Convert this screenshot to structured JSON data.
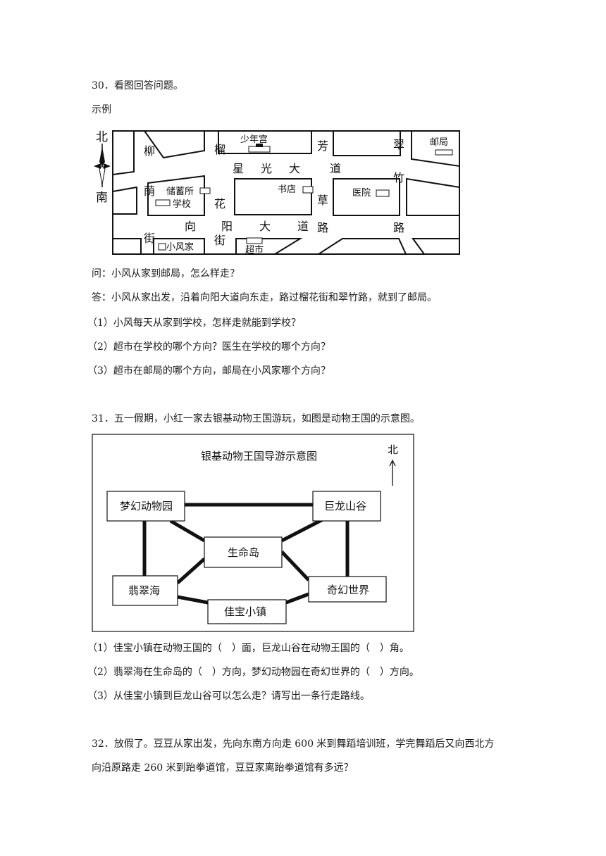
{
  "q30": {
    "title": "30．看图回答问题。",
    "example_label": "示例",
    "map": {
      "compass_north": "北",
      "compass_south": "南",
      "streets": {
        "liu": "柳",
        "yin": "荫",
        "jie_left": "街",
        "liu2": "榴",
        "hua": "花",
        "jie_mid": "街",
        "fang": "芳",
        "cao": "草",
        "lu_mid": "路",
        "cui": "翠",
        "zhu": "竹",
        "lu_right": "路",
        "xing": "星",
        "guang": "光",
        "da1": "大",
        "dao1": "道",
        "xiang": "向",
        "yang": "阳",
        "da2": "大",
        "dao2": "道"
      },
      "places": {
        "youth_palace": "少年宫",
        "post_office": "邮局",
        "savings": "储蓄所",
        "school": "学校",
        "bookstore": "书店",
        "hospital": "医院",
        "xiaofeng_home": "小风家",
        "supermarket": "超市"
      }
    },
    "question": "问：小风从家到邮局，怎么样走？",
    "answer": "答：小风从家出发，沿着向阳大道向东走，路过榴花街和翠竹路，就到了邮局。",
    "sub1": "（1）小风每天从家到学校，怎样走就能到学校？",
    "sub2": "（2）超市在学校的哪个方向？医生在学校的哪个方向？",
    "sub3": "（3）超市在邮局的哪个方向，邮局在小风家哪个方向？"
  },
  "q31": {
    "title": "31．五一假期，小红一家去银基动物王国游玩，如图是动物王国的示意图。",
    "map_title": "银基动物王国导游示意图",
    "north": "北",
    "places": {
      "dream_zoo": "梦幻动物园",
      "dragon_valley": "巨龙山谷",
      "life_island": "生命岛",
      "emerald_sea": "翡翠海",
      "fantasy_world": "奇幻世界",
      "jiabao_town": "佳宝小镇"
    },
    "sub1": "（1）佳宝小镇在动物王国的（　）面，巨龙山谷在动物王国的（　）角。",
    "sub2": "（2）翡翠海在生命岛的（　）方向，梦幻动物园在奇幻世界的（　）方向。",
    "sub3": "（3）从佳宝小镇到巨龙山谷可以怎么走？请写出一条行走路线。"
  },
  "q32": {
    "line1": "32．放假了。豆豆从家出发，先向东南方向走 600 米到舞蹈培训班，学完舞蹈后又向西北方",
    "line2": "向沿原路走 260 米到跆拳道馆，豆豆家离跆拳道馆有多远？"
  }
}
